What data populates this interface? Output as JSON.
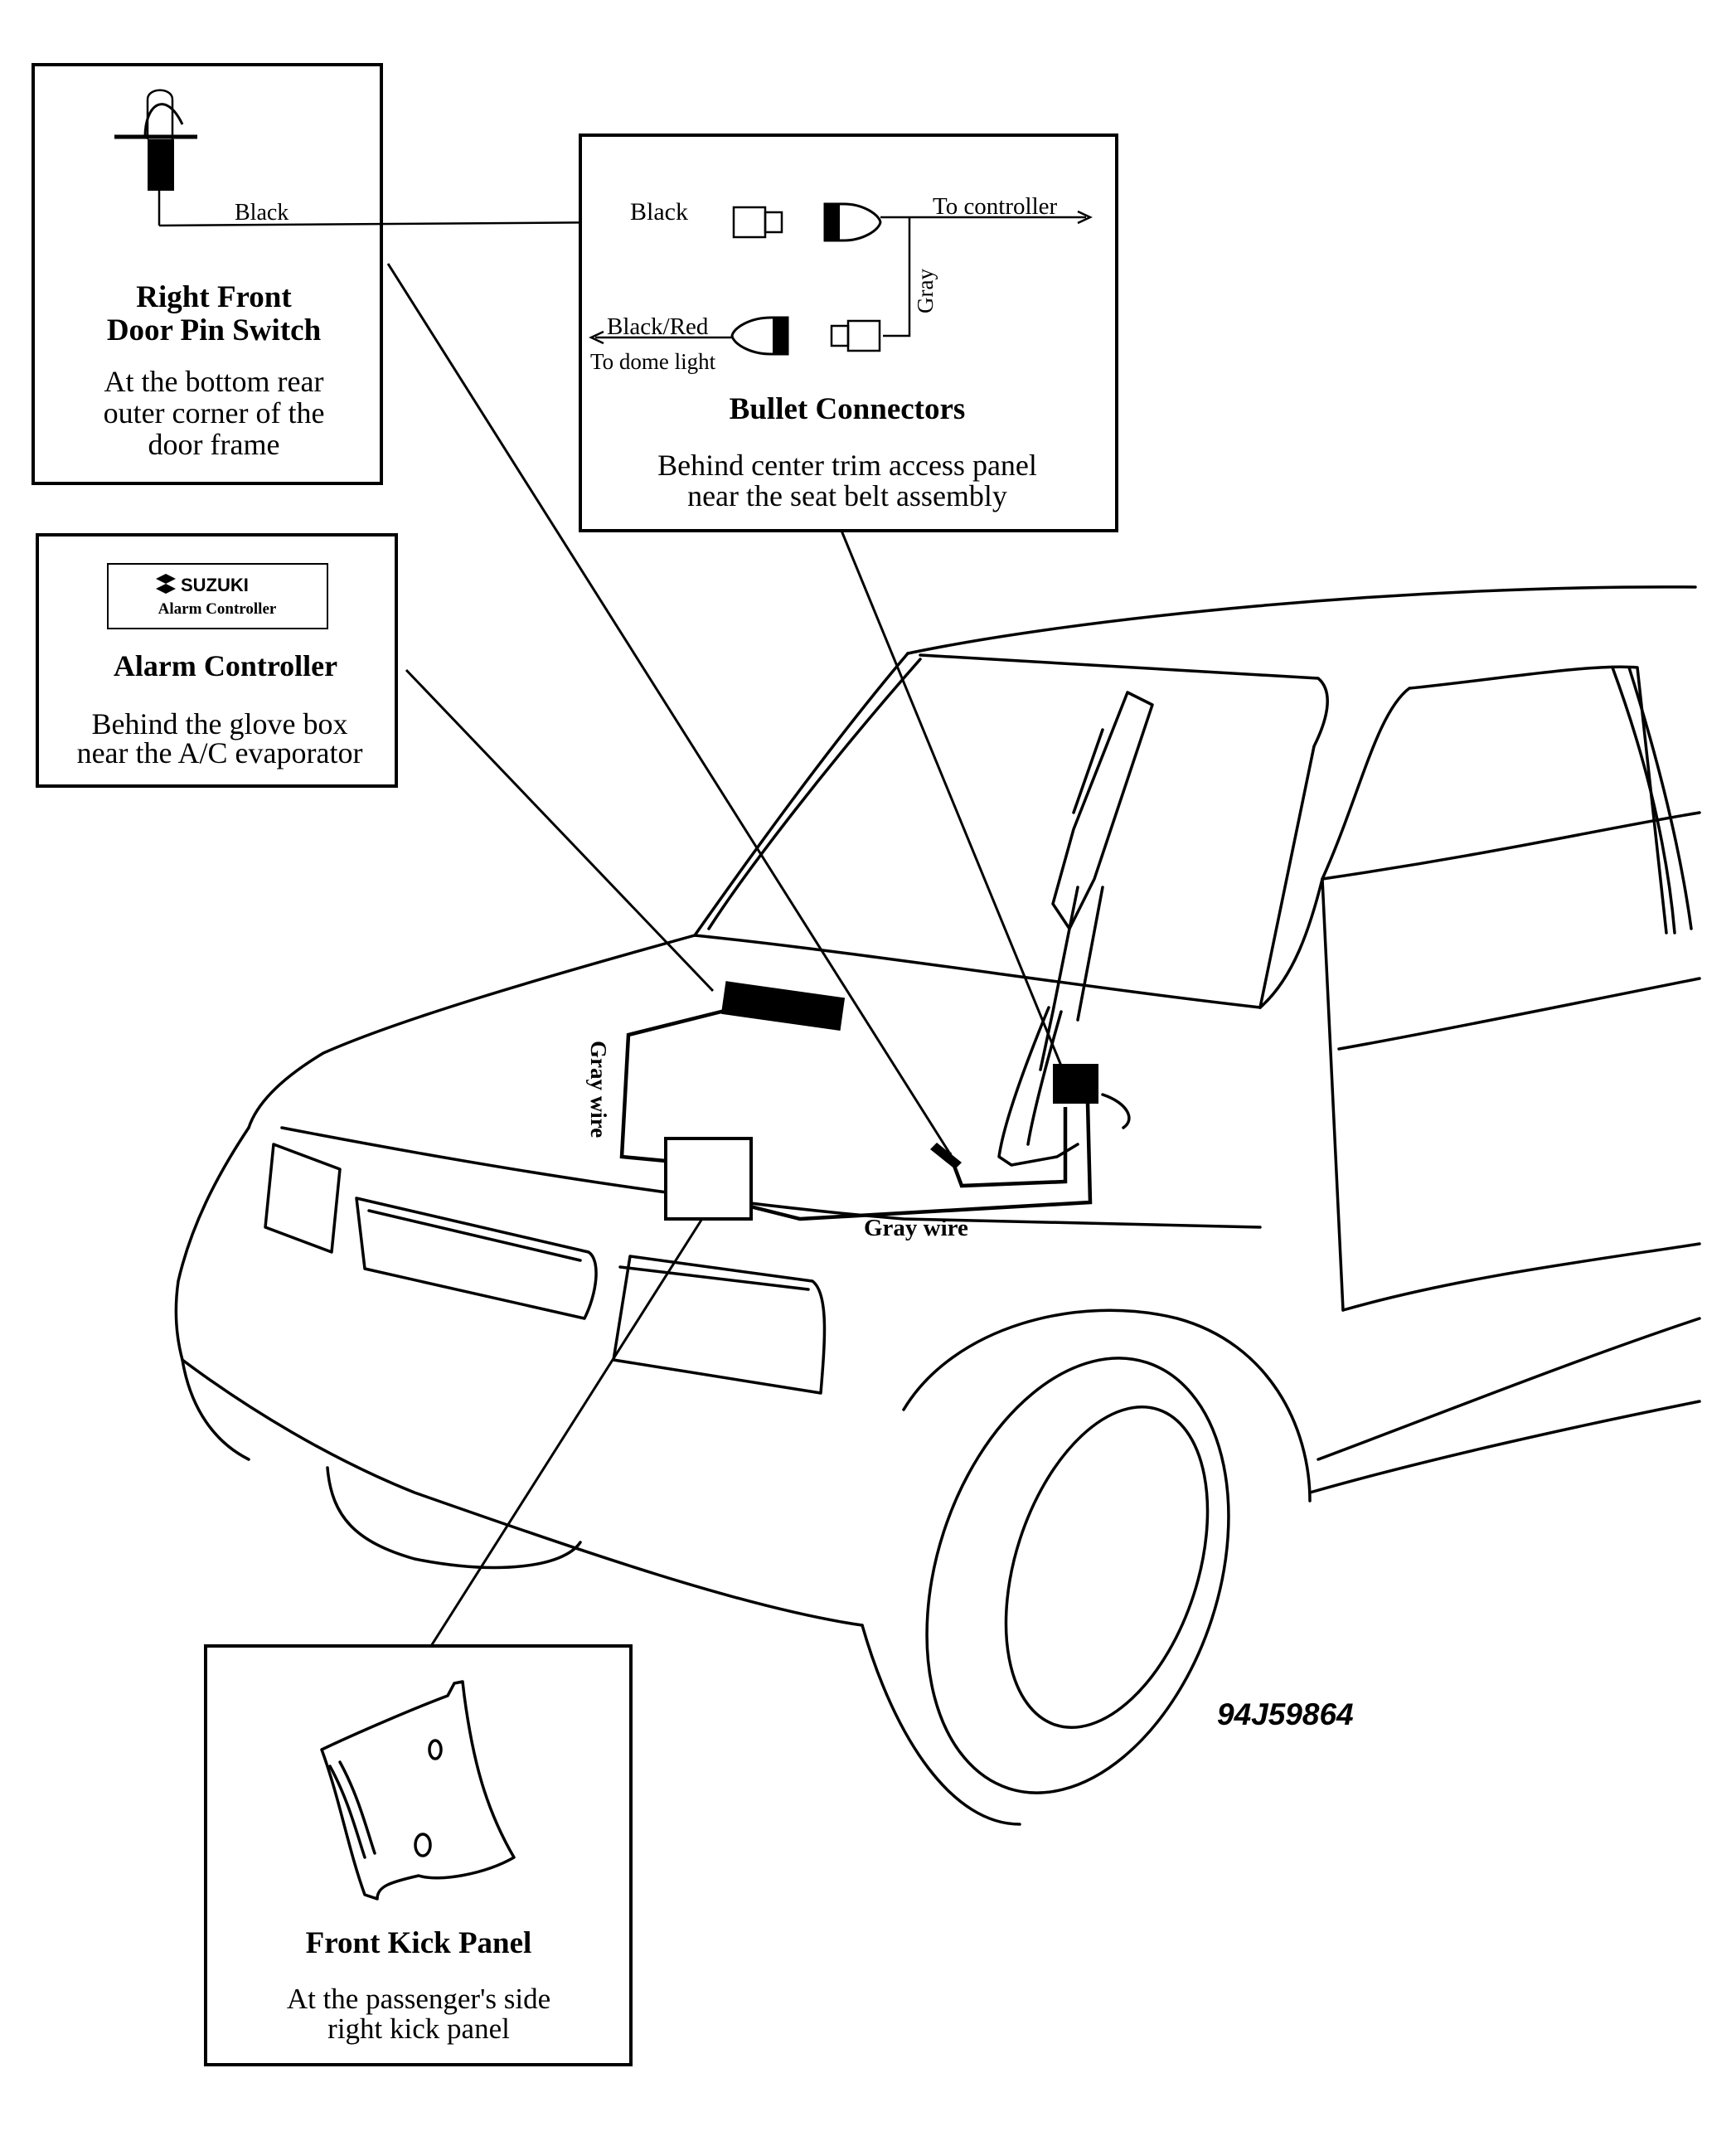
{
  "door_switch": {
    "wire_label": "Black",
    "title_line1": "Right Front",
    "title_line2": "Door Pin Switch",
    "desc_line1": "At the bottom rear",
    "desc_line2": "outer corner of the",
    "desc_line3": "door frame"
  },
  "bullet_connectors": {
    "wire_black": "Black",
    "to_controller": "To controller",
    "wire_gray": "Gray",
    "wire_black_red": "Black/Red",
    "to_dome_light": "To dome light",
    "title": "Bullet Connectors",
    "desc_line1": "Behind center trim access panel",
    "desc_line2": "near the seat belt assembly"
  },
  "alarm_controller": {
    "logo_brand": "SUZUKI",
    "logo_sub": "Alarm Controller",
    "title": "Alarm Controller",
    "desc_line1": "Behind the glove box",
    "desc_line2": "near the A/C evaporator"
  },
  "vehicle": {
    "gray_wire_upper": "Gray wire",
    "gray_wire_lower": "Gray wire"
  },
  "kick_panel": {
    "title": "Front Kick Panel",
    "desc_line1": "At the passenger's side",
    "desc_line2": "right kick panel"
  },
  "figure_id": "94J59864"
}
